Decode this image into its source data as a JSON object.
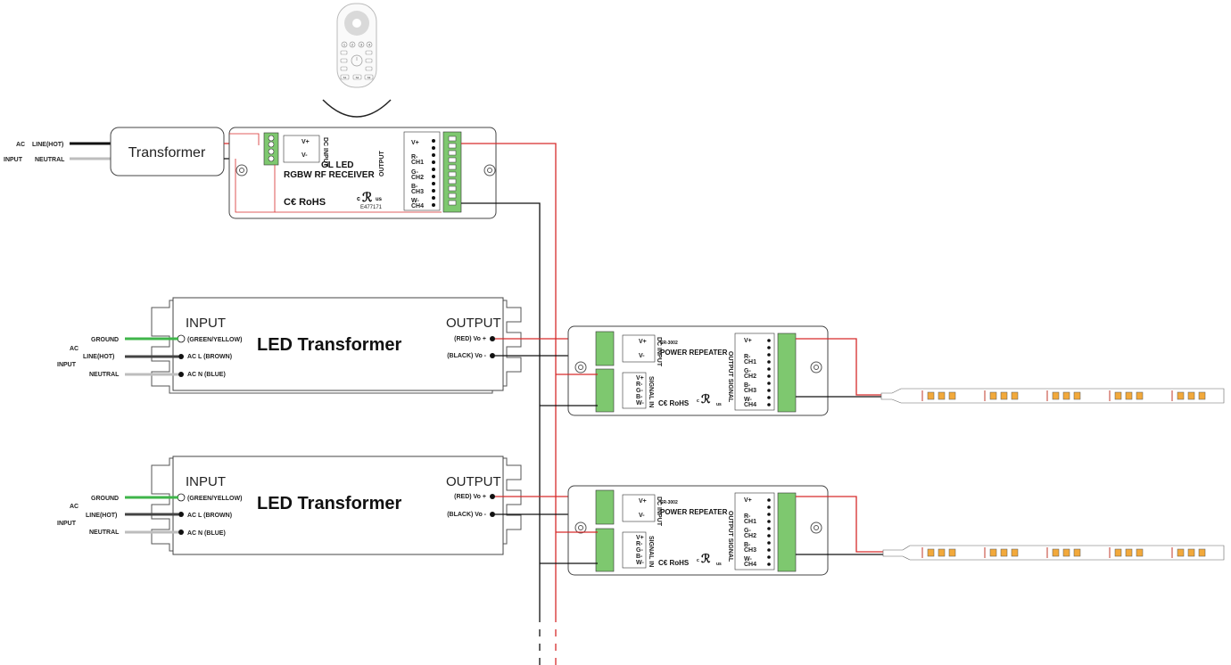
{
  "remote": {
    "buttons": [
      "1",
      "2",
      "3",
      "4"
    ],
    "bottom_buttons": [
      "S1",
      "S2",
      "S3"
    ]
  },
  "top_input": {
    "ac": "AC",
    "input": "INPUT",
    "line": "LINE(HOT)",
    "neutral": "NEUTRAL",
    "transformer": "Transformer"
  },
  "receiver": {
    "title1": "GL LED",
    "title2": "RGBW RF RECEIVER",
    "ce": "C€ RoHS",
    "ul_c": "c",
    "ul_us": "us",
    "ul_code": "E477171",
    "vplus": "V+",
    "vminus": "V-",
    "input_side": "DC INPUT",
    "output": "OUTPUT",
    "out_vplus": "V+",
    "ch_r": "R-",
    "ch1": "CH1",
    "ch_g": "G-",
    "ch2": "CH2",
    "ch_b": "B-",
    "ch3": "CH3",
    "ch_w": "W-",
    "ch4": "CH4"
  },
  "psu1": {
    "input": "INPUT",
    "output": "OUTPUT",
    "name": "LED Transformer",
    "ground_term": "(GREEN/YELLOW)",
    "acl_term": "AC L (BROWN)",
    "acn_term": "AC N (BLUE)",
    "vo_plus": "(RED) Vo +",
    "vo_minus": "(BLACK) Vo -",
    "ground": "GROUND",
    "ac": "AC",
    "line": "LINE(HOT)",
    "input_side": "INPUT",
    "neutral": "NEUTRAL"
  },
  "psu2": {
    "input": "INPUT",
    "output": "OUTPUT",
    "name": "LED Transformer",
    "ground_term": "(GREEN/YELLOW)",
    "acl_term": "AC L (BROWN)",
    "acn_term": "AC N (BLUE)",
    "vo_plus": "(RED) Vo +",
    "vo_minus": "(BLACK) Vo -",
    "ground": "GROUND",
    "ac": "AC",
    "line": "LINE(HOT)",
    "input_side": "INPUT",
    "neutral": "NEUTRAL"
  },
  "repeater1": {
    "model": "SR-3002",
    "name": "POWER REPEATER",
    "vplus": "V+",
    "vminus": "V-",
    "dc_input": "DC INPUT",
    "signal_in": "SIGNAL IN",
    "output_signal": "OUTPUT SIGNAL",
    "sig": [
      "V+",
      "R-",
      "G-",
      "B-",
      "W-"
    ],
    "out_vplus": "V+",
    "ch": [
      "R-",
      "CH1",
      "G-",
      "CH2",
      "B-",
      "CH3",
      "W-",
      "CH4"
    ],
    "ce": "C€ RoHS",
    "ul_c": "c",
    "ul_us": "us"
  },
  "repeater2": {
    "model": "SR-3002",
    "name": "POWER REPEATER",
    "vplus": "V+",
    "vminus": "V-",
    "dc_input": "DC INPUT",
    "signal_in": "SIGNAL IN",
    "output_signal": "OUTPUT SIGNAL",
    "sig": [
      "V+",
      "R-",
      "G-",
      "B-",
      "W-"
    ],
    "out_vplus": "V+",
    "ch": [
      "R-",
      "CH1",
      "G-",
      "CH2",
      "B-",
      "CH3",
      "W-",
      "CH4"
    ],
    "ce": "C€ RoHS",
    "ul_c": "c",
    "ul_us": "us"
  },
  "colors": {
    "red_wire": "#d62b2b",
    "black_wire": "#111111",
    "green_wire": "#3fb54a",
    "grey_wire": "#bdbdbd",
    "terminal_green": "#7ec86f",
    "led_amber": "#f2a93b"
  }
}
